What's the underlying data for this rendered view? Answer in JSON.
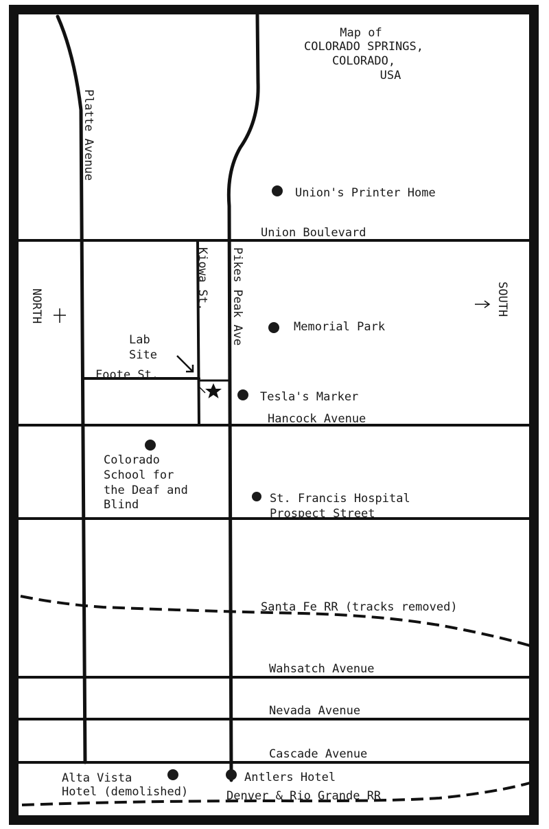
{
  "title": {
    "line1": "Map of",
    "line2": "COLORADO SPRINGS,",
    "line3": "COLORADO,",
    "line4": "USA"
  },
  "compass": {
    "north": "NORTH",
    "south": "SOUTH"
  },
  "streets": {
    "platte": "Platte Avenue",
    "kiowa": "Kiowa St.",
    "pikes_peak": "Pikes Peak Ave",
    "union": "Union Boulevard",
    "foote": "Foote St.",
    "hancock": "Hancock Avenue",
    "prospect": "Prospect Street",
    "santa_fe": "Santa Fe RR (tracks removed)",
    "wahsatch": "Wahsatch Avenue",
    "nevada": "Nevada Avenue",
    "cascade": "Cascade Avenue",
    "denver_rio": "Denver & Rio Grande RR"
  },
  "landmarks": {
    "union_printer": "Union's Printer Home",
    "memorial_park": "Memorial Park",
    "lab_site_line1": "Lab",
    "lab_site_line2": "Site",
    "tesla_marker": "Tesla's Marker",
    "school_line1": "Colorado",
    "school_line2": "School for",
    "school_line3": "the Deaf and",
    "school_line4": "Blind",
    "st_francis": "St. Francis Hospital",
    "alta_vista_line1": "Alta Vista",
    "alta_vista_line2": "Hotel (demolished)",
    "antlers": "Antlers Hotel"
  },
  "symbols": {
    "lab_site_marker": "star-icon",
    "landmark_marker": "dot-icon"
  }
}
